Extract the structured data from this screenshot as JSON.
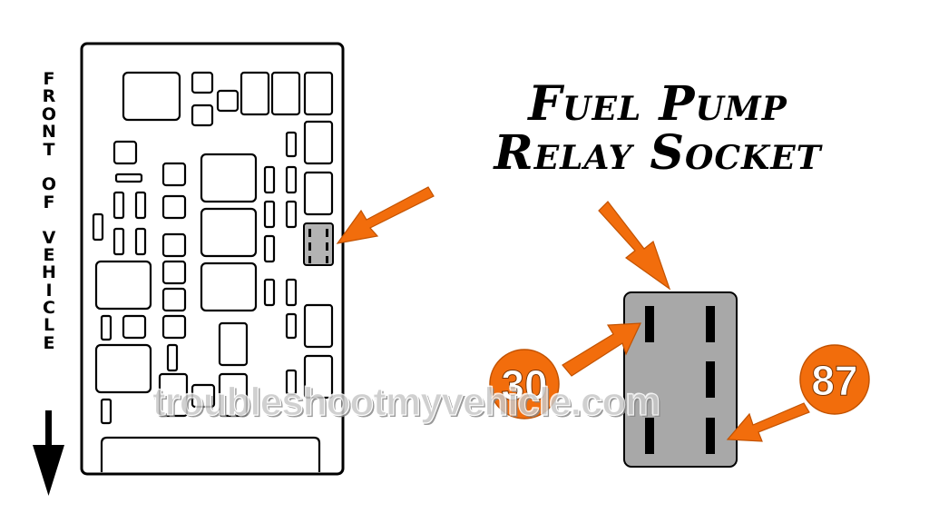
{
  "side_label": "FRONT OF VEHICLE",
  "title": {
    "line1": "Fuel Pump",
    "line2": "Relay Socket"
  },
  "terminals": {
    "left": "30",
    "right": "87"
  },
  "watermark": "troubleshootmyvehicle.com",
  "colors": {
    "accent": "#f26d0c",
    "highlight_fill": "#b3b3b3",
    "socket_fill": "#a8a8a8",
    "outline": "#000000"
  }
}
